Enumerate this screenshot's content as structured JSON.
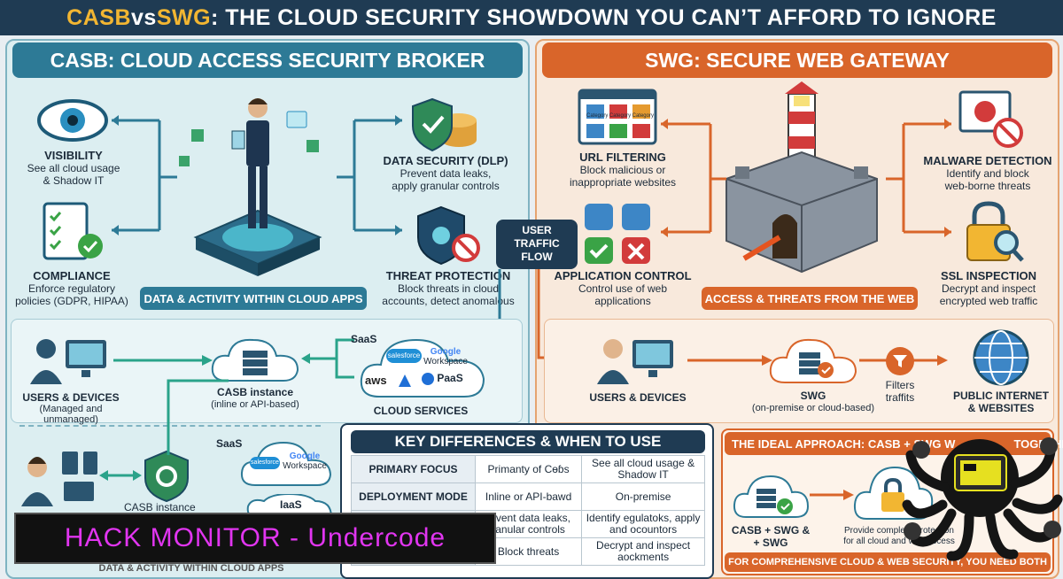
{
  "title": {
    "part1": "CASB",
    "part2": " vs ",
    "part3": "SWG",
    "part4": ": THE CLOUD SECURITY SHOWDOWN YOU CAN’T AFFORD TO IGNORE"
  },
  "casb": {
    "header": "CASB: CLOUD ACCESS SECURITY BROKER",
    "visibility": {
      "title": "VISIBILITY",
      "desc1": "See all cloud usage",
      "desc2": "& Shadow IT"
    },
    "compliance": {
      "title": "COMPLIANCE",
      "desc1": "Enforce regulatory",
      "desc2": "policies (GDPR, HIPAA)"
    },
    "dlp": {
      "title": "DATA SECURITY (DLP)",
      "desc1": "Prevent data leaks,",
      "desc2": "apply granular controls"
    },
    "threat": {
      "title": "THREAT PROTECTION",
      "desc1": "Block threats in cloud",
      "desc2": "accounts, detect anomalous"
    },
    "center_label": "DATA & ACTIVITY WITHIN CLOUD APPS",
    "flow": {
      "users_title": "USERS & DEVICES",
      "users_desc1": "(Managed and",
      "users_desc2": "unmanaged)",
      "instance_title": "CASB instance",
      "instance_desc": "(inline or API-based)",
      "saas": "SaaS",
      "salesforce": "salesforce",
      "google": "Google",
      "workspace": "Workspace",
      "aws": "aws",
      "paas": "PaaS",
      "cloud_services": "CLOUD SERVICES"
    },
    "flow2": {
      "saas": "SaaS",
      "iaas": "IaaS",
      "instance": "CASB instance",
      "salesforce": "salesforce",
      "google": "Google",
      "workspace": "Workspace",
      "bottom": "DATA & ACTIVITY WITHIN CLOUD APPS"
    }
  },
  "user_traffic": {
    "l1": "USER",
    "l2": "TRAFFIC",
    "l3": "FLOW"
  },
  "swg": {
    "header": "SWG: SECURE WEB GATEWAY",
    "url": {
      "title": "URL FILTERING",
      "desc1": "Block malicious or",
      "desc2": "inappropriate websites"
    },
    "app": {
      "title": "APPLICATION CONTROL",
      "desc1": "Control use of web",
      "desc2": "applications"
    },
    "malware": {
      "title": "MALWARE DETECTION",
      "desc1": "Identify and block",
      "desc2": "web-borne threats"
    },
    "ssl": {
      "title": "SSL INSPECTION",
      "desc1": "Decrypt and inspect",
      "desc2": "encrypted web traffic"
    },
    "center_label": "ACCESS & THREATS FROM THE WEB",
    "flow": {
      "users": "USERS & DEVICES",
      "swg_title": "SWG",
      "swg_desc": "(on-premise or cloud-based)",
      "filters1": "Filters",
      "filters2": "traffits",
      "internet1": "PUBLIC INTERNET",
      "internet2": "& WEBSITES"
    },
    "url_tiles": [
      "Category",
      "Category",
      "Category"
    ]
  },
  "key_diff": {
    "header": "KEY DIFFERENCES & WHEN TO USE",
    "rows": [
      {
        "label": "PRIMARY FOCUS",
        "casb": "Primanty of Cɵɓs",
        "swg": "See all cloud usage & Shadow IT"
      },
      {
        "label": "DEPLOYMENT MODE",
        "casb": "Inline or API-bawd",
        "swg": "On-premise"
      },
      {
        "label": "",
        "casb": "revent data leaks, ranular controls",
        "swg": "Identify egulatoks, apply and ocountors"
      },
      {
        "label": "",
        "casb": "Block threats",
        "swg": "Decrypt and inspect aockments"
      }
    ]
  },
  "ideal": {
    "header": "THE IDEAL APPROACH: CASB + SWG W",
    "header_tail": "TOGETHER",
    "combo1": "CASB + SWG &",
    "combo2": "+ SWG",
    "protect1": "Provide complete protection",
    "protect2": "for all cloud and web access",
    "footer": "FOR COMPREHENSIVE CLOUD & WEB SECURITY, YOU NEED BOTH"
  },
  "watermark": "HACK MONITOR - Undercode",
  "colors": {
    "casb": "#2d7a96",
    "swg": "#d9652a",
    "title_bg": "#1f3b53",
    "accent": "#f2b632",
    "banner_text": "#e135f0"
  }
}
